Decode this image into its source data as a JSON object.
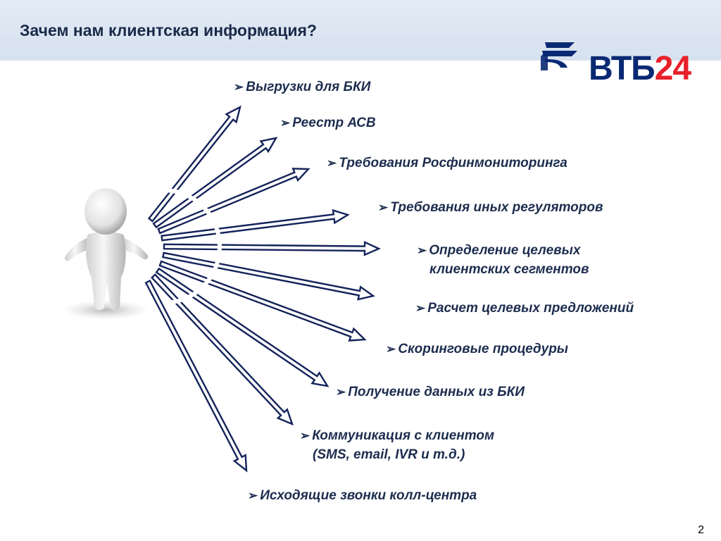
{
  "slide": {
    "title": "Зачем нам клиентская информация?",
    "page_number": "2"
  },
  "logo": {
    "brand": "ВТБ",
    "number": "24"
  },
  "colors": {
    "header_band": "#dbe4f0",
    "title_text": "#1b2a4a",
    "arrow_outline": "#14235a",
    "brand_blue": "#0a2973",
    "brand_red": "#e8202a"
  },
  "items": [
    {
      "bullet": "➢",
      "text": "Выгрузки для БКИ"
    },
    {
      "bullet": "➢",
      "text": "Реестр АСВ"
    },
    {
      "bullet": "➢",
      "text": "Требования Росфинмониторинга"
    },
    {
      "bullet": "➢",
      "text": "Требования иных регуляторов"
    },
    {
      "bullet": "➢",
      "text": "Определение целевых",
      "text2": "клиентских сегментов"
    },
    {
      "bullet": "➢",
      "text": "Расчет целевых предложений"
    },
    {
      "bullet": "➢",
      "text": "Скоринговые процедуры"
    },
    {
      "bullet": "➢",
      "text": "Получение данных из БКИ"
    },
    {
      "bullet": "➢",
      "text": "Коммуникация с клиентом",
      "text2": "(SMS, email, IVR и т.д.)"
    },
    {
      "bullet": "➢",
      "text": "Исходящие звонки  колл-центра"
    }
  ]
}
